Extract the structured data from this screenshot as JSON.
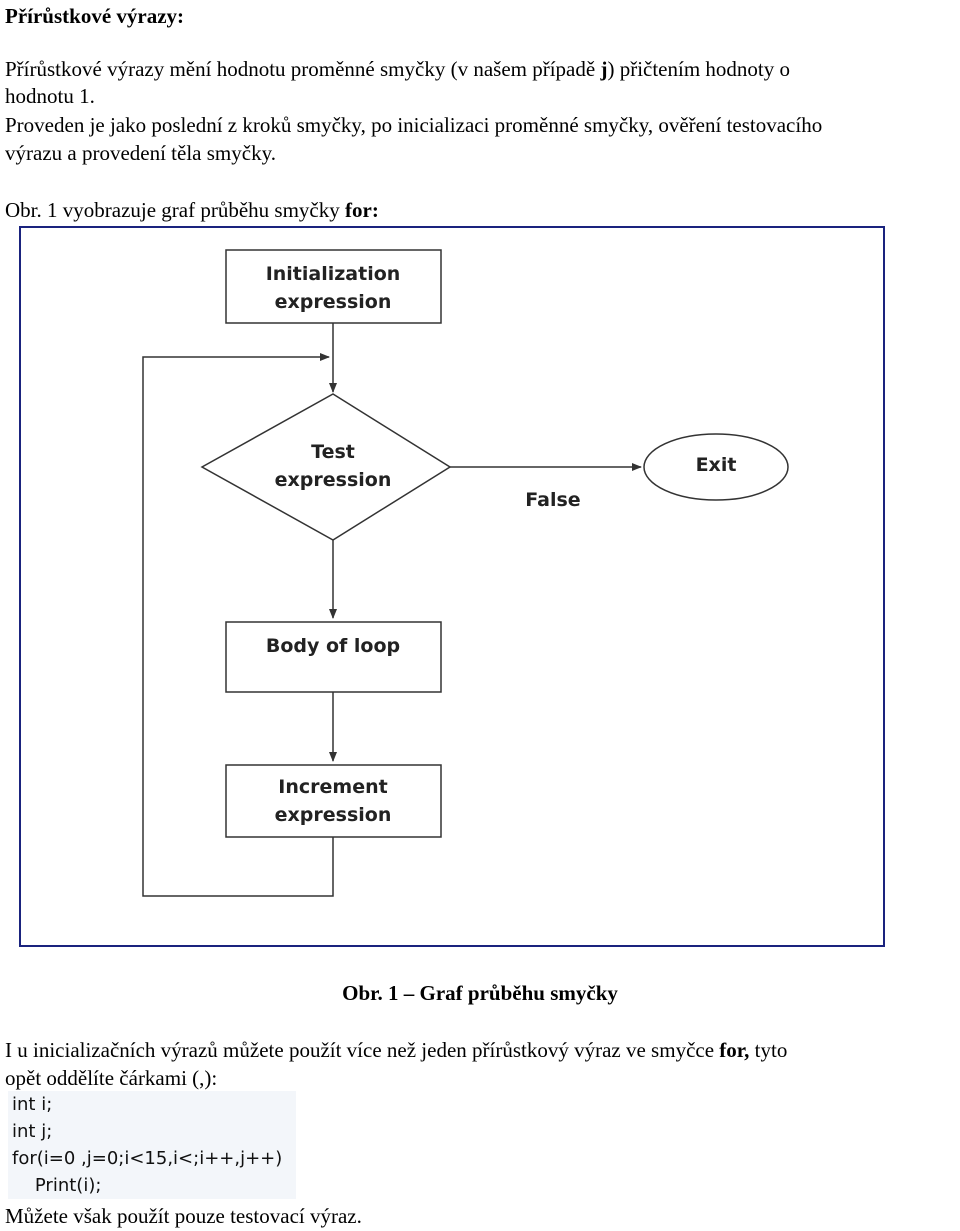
{
  "heading": "Přírůstkové výrazy:",
  "intro": {
    "p1_a": "Přírůstkové výrazy mění hodnotu proměnné smyčky (v našem případě ",
    "p1_b": "j",
    "p1_c": ") přičtením hodnoty o",
    "p1_line2": "hodnotu 1.",
    "p2_line1": "Proveden je jako poslední z kroků smyčky, po inicializaci proměnné smyčky, ověření testovacího",
    "p2_line2": "výrazu a provedení těla smyčky.",
    "fig_ref_a": "Obr. 1 vyobrazuje graf průběhu smyčky ",
    "fig_ref_b": "for:"
  },
  "flowchart": {
    "init_line1": "Initialization",
    "init_line2": "expression",
    "test_line1": "Test",
    "test_line2": "expression",
    "false_label": "False",
    "exit_label": "Exit",
    "body_label": "Body of loop",
    "inc_line1": "Increment",
    "inc_line2": "expression",
    "border_color": "#1a237e"
  },
  "caption": "Obr. 1 – Graf průběhu smyčky",
  "para2": {
    "line1_a": "I u inicializačních výrazů můžete použít více než jeden přírůstkový výraz ve smyčce ",
    "line1_b": "for,",
    "line1_c": " tyto",
    "line2": "opět oddělíte čárkami (,):"
  },
  "code": {
    "lines": [
      "int i;",
      "int j;",
      "for(i=0 ,j=0;i<15,i<;i++,j++)",
      "    Print(i);"
    ]
  },
  "closing": "Můžete však použít pouze testovací výraz."
}
